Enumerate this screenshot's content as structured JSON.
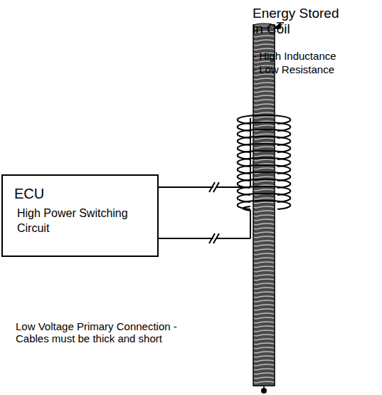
{
  "diagram": {
    "nodes": [
      {
        "text": [
          "ECU",
          "High Power Switching Circuit"
        ]
      }
    ],
    "labels": [
      "Energy Stored in Coil",
      "- High Inductance",
      "- Low Resistance",
      "Low Voltage Primary Connection - Cables must be thick and short"
    ]
  }
}
